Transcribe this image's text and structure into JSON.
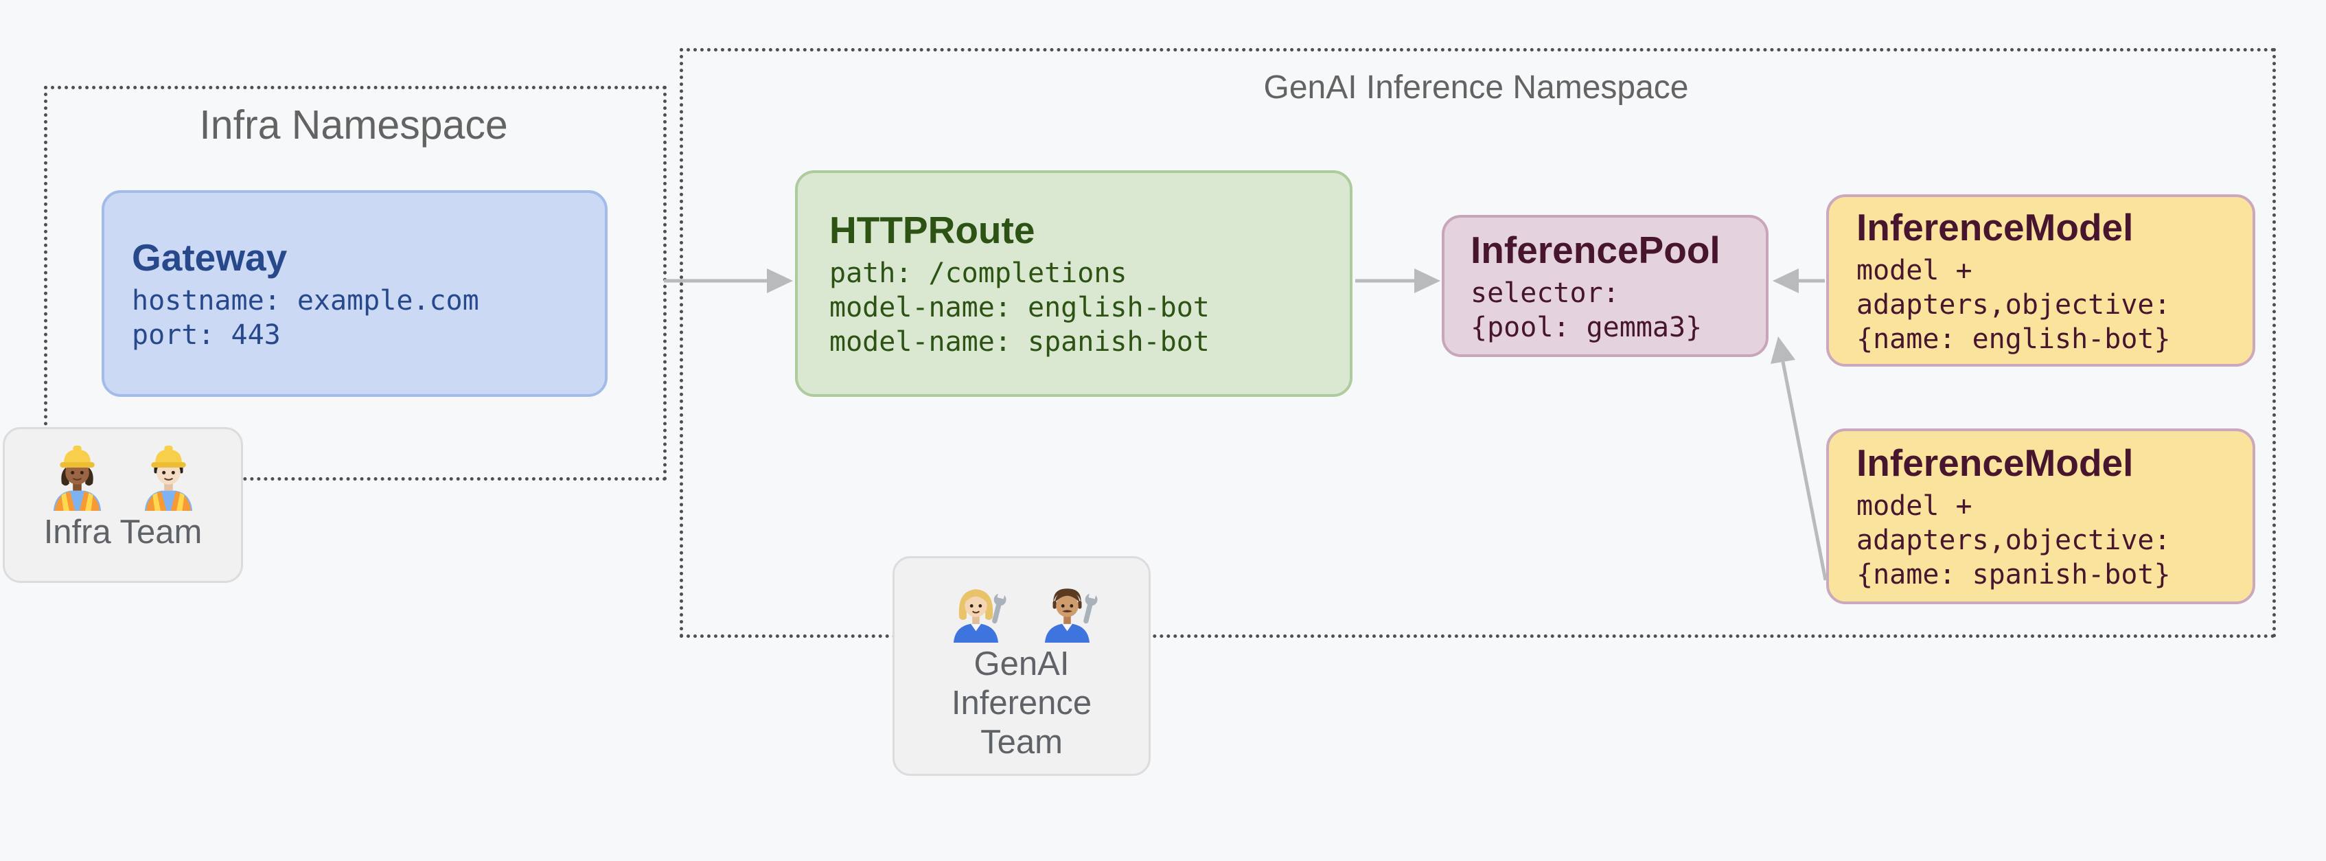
{
  "namespaces": {
    "infra": {
      "title": "Infra Namespace"
    },
    "genai": {
      "title": "GenAI Inference Namespace"
    }
  },
  "nodes": {
    "gateway": {
      "title": "Gateway",
      "lines": [
        "hostname: example.com",
        "port: 443"
      ]
    },
    "httproute": {
      "title": "HTTPRoute",
      "lines": [
        "path: /completions",
        "model-name: english-bot",
        "model-name: spanish-bot"
      ]
    },
    "inference_pool": {
      "title": "InferencePool",
      "lines": [
        "selector:",
        "{pool: gemma3}"
      ]
    },
    "inference_model_english": {
      "title": "InferenceModel",
      "lines": [
        "model +",
        "adapters,objective:",
        "{name: english-bot}"
      ]
    },
    "inference_model_spanish": {
      "title": "InferenceModel",
      "lines": [
        "model +",
        "adapters,objective:",
        "{name: spanish-bot}"
      ]
    }
  },
  "teams": {
    "infra": {
      "label": "Infra Team",
      "members": [
        "woman-construction-worker",
        "man-construction-worker"
      ],
      "emoji": "👷🏾‍♀️👷🏻"
    },
    "genai": {
      "label": "GenAI Inference Team",
      "members": [
        "woman-mechanic",
        "man-mechanic"
      ],
      "emoji": "👩🏼‍🔧👨🏽‍🔧"
    }
  },
  "edges": [
    {
      "from": "gateway",
      "to": "httproute"
    },
    {
      "from": "httproute",
      "to": "inference_pool"
    },
    {
      "from": "inference_model_english",
      "to": "inference_pool"
    },
    {
      "from": "inference_model_spanish",
      "to": "inference_pool"
    }
  ],
  "colors": {
    "background": "#f7f8f9",
    "namespace_border": "#4f4f4f",
    "namespace_title": "#636363",
    "arrow": "#b9babc",
    "gateway_fill": "#ccd9f4",
    "gateway_border": "#a3bbe8",
    "gateway_text": "#27498c",
    "httproute_fill": "#dbe8d1",
    "httproute_border": "#aecb9d",
    "httproute_text": "#2c5314",
    "pool_fill": "#e4d3dd",
    "pool_border": "#c9a5ba",
    "pool_text": "#48152f",
    "model_fill": "#fae49d",
    "model_border": "#cba8bd",
    "model_text": "#48152f",
    "team_fill": "#f1f1f2",
    "team_border": "#dcdcde",
    "team_text": "#5f6368"
  }
}
